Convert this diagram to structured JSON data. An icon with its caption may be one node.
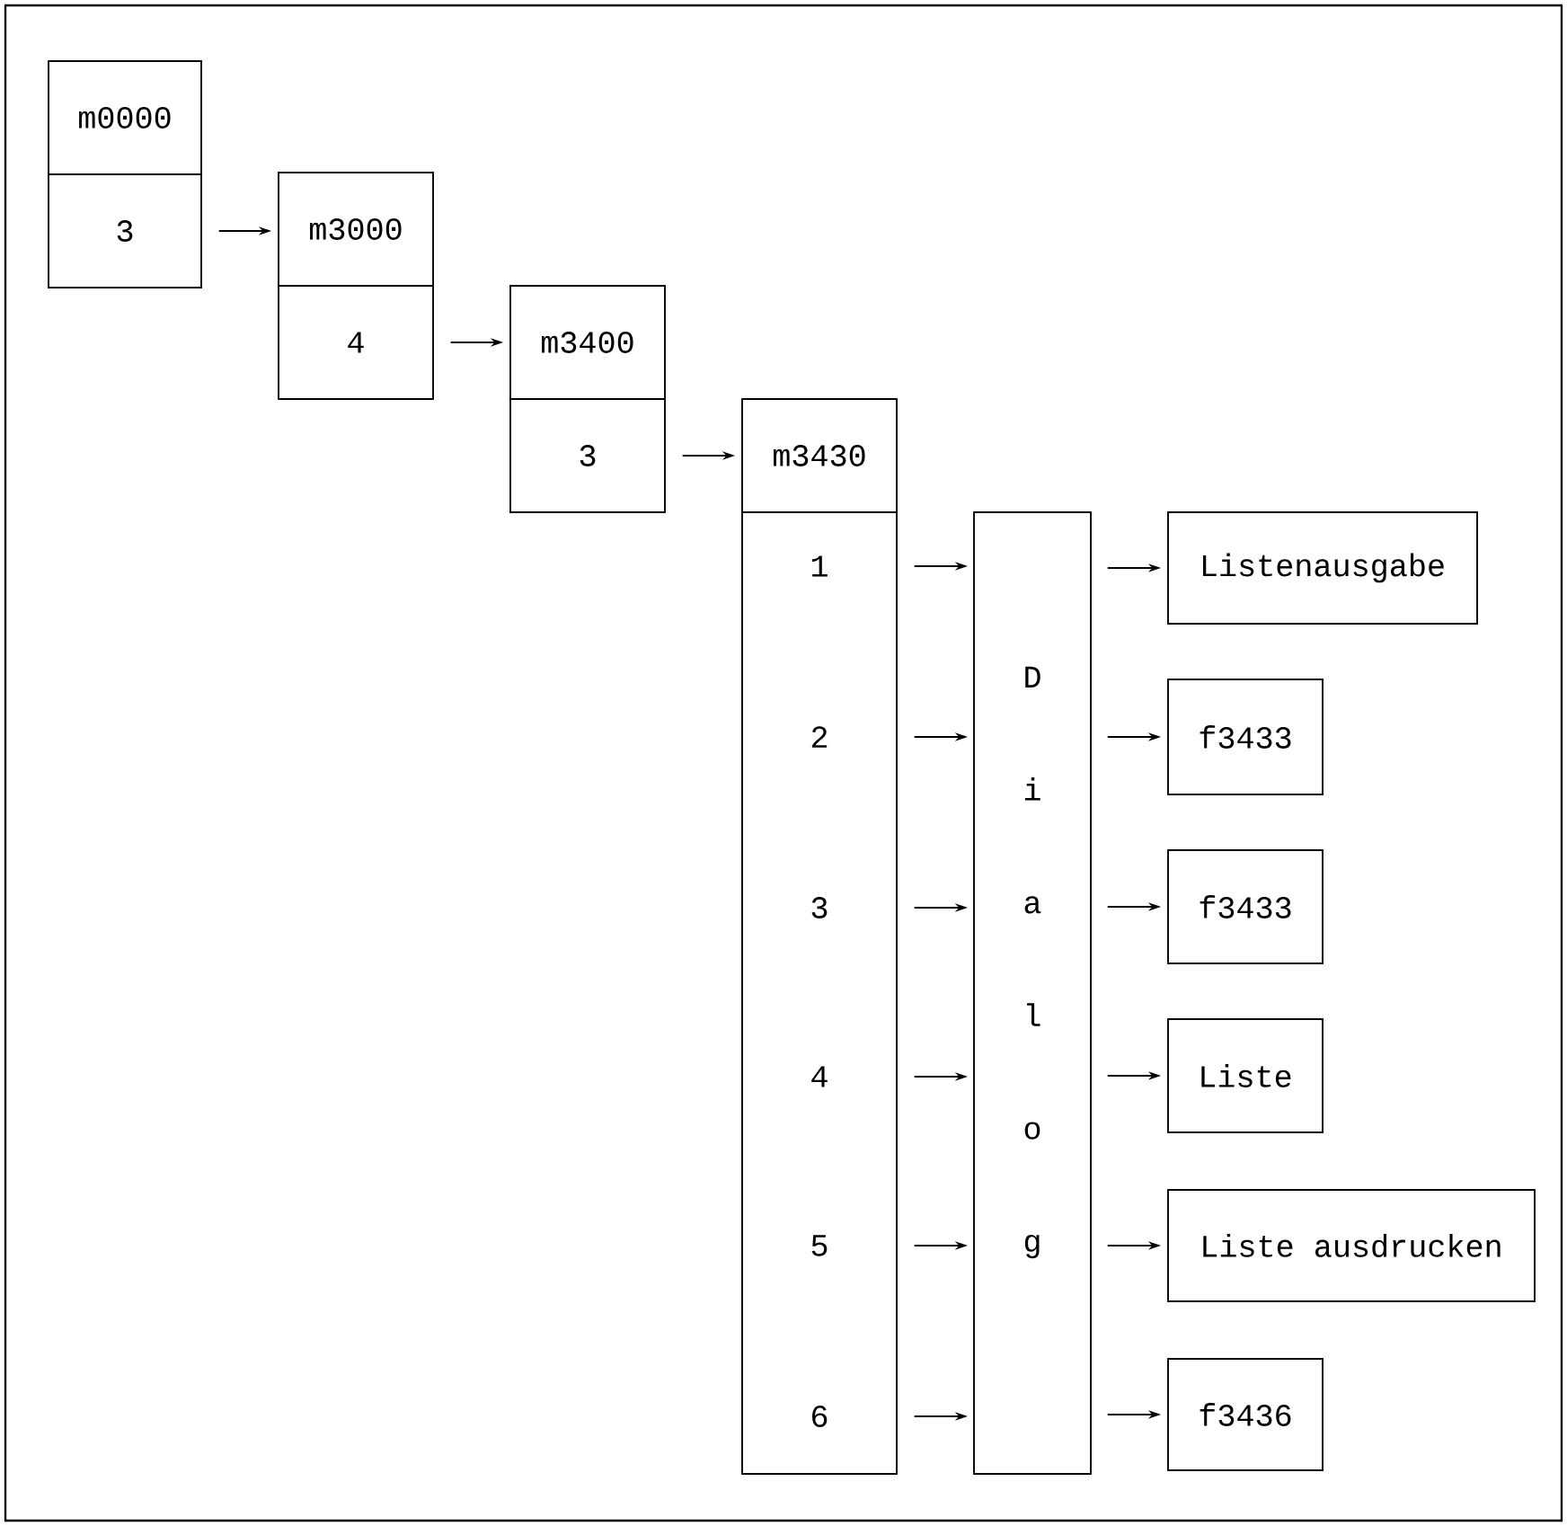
{
  "diagram": {
    "nodes": [
      {
        "text": [
          "m0000"
        ]
      },
      {
        "text": [
          "3"
        ]
      },
      {
        "text": [
          "m3000"
        ]
      },
      {
        "text": [
          "4"
        ]
      },
      {
        "text": [
          "m3400"
        ]
      },
      {
        "text": [
          "3"
        ]
      },
      {
        "text": [
          "m3430"
        ]
      },
      {
        "text": [],
        "shape": "box"
      },
      {
        "text": [
          "D i a l o g"
        ]
      },
      {
        "text": [
          "Listenausgabe"
        ]
      },
      {
        "text": [
          "f3433"
        ]
      },
      {
        "text": [
          "f3433"
        ]
      },
      {
        "text": [
          "Liste"
        ]
      },
      {
        "text": [
          "Liste ausdrucken"
        ]
      },
      {
        "text": [
          "f3436"
        ]
      }
    ],
    "edges": [
      {
        "from": 1,
        "to": 2,
        "arrow": "to"
      },
      {
        "from": 3,
        "to": 4,
        "arrow": "to"
      },
      {
        "from": 5,
        "to": 6,
        "arrow": "to"
      },
      {
        "from": 7,
        "to": 8,
        "arrow": "to"
      },
      {
        "from": 7,
        "to": 8,
        "arrow": "to"
      },
      {
        "from": 7,
        "to": 8,
        "arrow": "to"
      },
      {
        "from": 7,
        "to": 8,
        "arrow": "to"
      },
      {
        "from": 7,
        "to": 8,
        "arrow": "to"
      },
      {
        "from": 7,
        "to": 8,
        "arrow": "to"
      },
      {
        "from": 8,
        "to": 9,
        "arrow": "to"
      },
      {
        "from": 8,
        "to": 10,
        "arrow": "to"
      },
      {
        "from": 8,
        "to": 11,
        "arrow": "to"
      },
      {
        "from": 8,
        "to": 12,
        "arrow": "to"
      },
      {
        "from": 8,
        "to": 13,
        "arrow": "to"
      },
      {
        "from": 8,
        "to": 14,
        "arrow": "to"
      }
    ],
    "labels": [
      "1",
      "2",
      "3",
      "4",
      "5",
      "6"
    ]
  }
}
